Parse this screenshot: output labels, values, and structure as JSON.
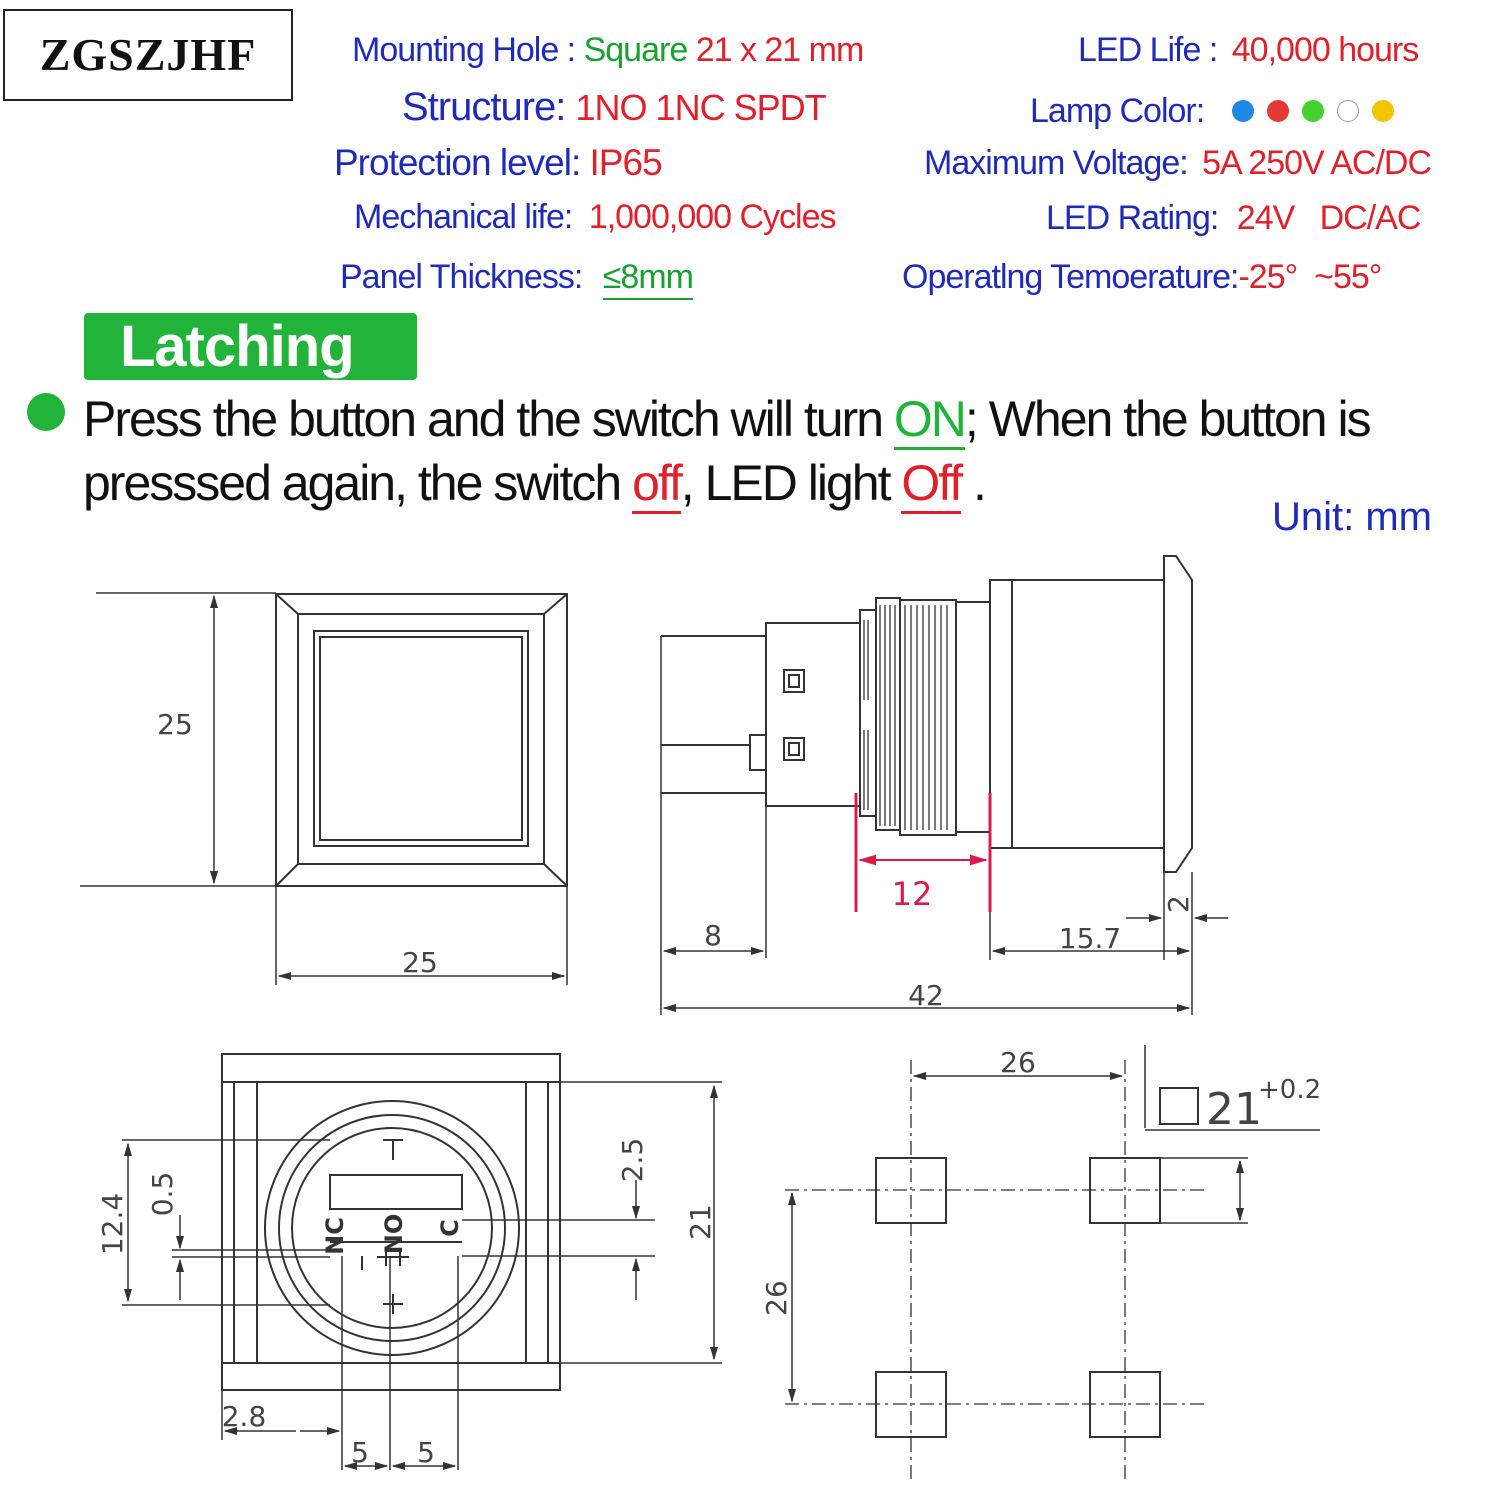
{
  "brand": "ZGSZJHF",
  "specs": {
    "mounting_hole": {
      "label": "Mounting Hole :",
      "value_shape": "Square",
      "value_size": "21 x 21 mm"
    },
    "structure": {
      "label": "Structure:",
      "value": "1NO 1NC  SPDT"
    },
    "protection": {
      "label": "Protection level:",
      "value": "IP65"
    },
    "mechanical_life": {
      "label": "Mechanical life:",
      "value": "1,000,000 Cycles"
    },
    "panel_thickness": {
      "label": "Panel Thickness:",
      "value": "≤8mm"
    },
    "led_life": {
      "label": "LED Life :",
      "value": "40,000 hours"
    },
    "lamp_color": {
      "label": "Lamp Color:",
      "colors": [
        "#1e88e5",
        "#e53935",
        "#43d12f",
        "#ffffff",
        "#f5c400"
      ]
    },
    "max_voltage": {
      "label": "Maximum Voltage:",
      "value": "5A 250V AC/DC"
    },
    "led_rating": {
      "label": "LED Rating:",
      "value": "24V   DC/AC"
    },
    "operating_temp": {
      "label": "Operatlng Temoeratu",
      "label2": "re:",
      "value": "-25°  ~55°"
    }
  },
  "mode_badge": "Latching",
  "description": {
    "part1": "Press the button and the switch will turn ",
    "on": "ON",
    "part2": ";  When the button is",
    "part3": "presssed again, the switch ",
    "off1": "off",
    "part4": ", LED light ",
    "off2": "Off",
    "part5": " ."
  },
  "unit": "Unit: mm",
  "dimensions": {
    "front_height": "25",
    "front_width": "25",
    "panel": "12",
    "terminal": "8",
    "body": "15.7",
    "flange": "2",
    "total_length": "42",
    "rear_12_4": "12.4",
    "rear_0_5": "0.5",
    "rear_2_5": "2.5",
    "rear_21": "21",
    "rear_2_8": "2.8",
    "rear_5a": "5",
    "rear_5b": "5",
    "term_nc": "NC",
    "term_no": "NO",
    "term_c": "C",
    "pitch_h": "26",
    "pitch_v": "26",
    "cutout": "21",
    "cutout_tol": "+0.2"
  }
}
